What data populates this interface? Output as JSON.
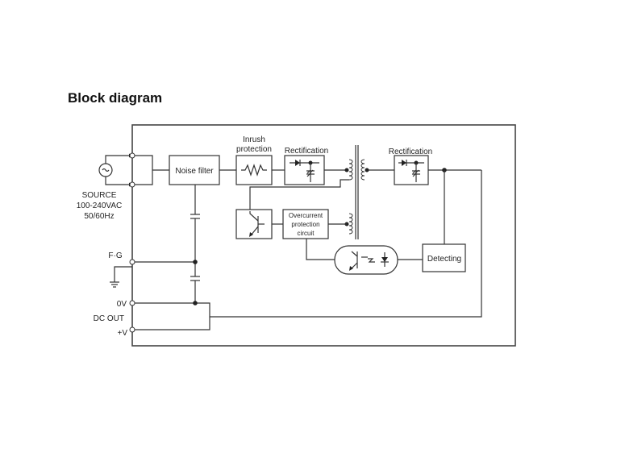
{
  "title": "Block diagram",
  "diagram": {
    "source": {
      "symbol": "ac-source-icon",
      "label_lines": [
        "SOURCE",
        "100-240VAC",
        "50/60Hz"
      ]
    },
    "blocks": {
      "noise_filter": "Noise filter",
      "inrush_protection": [
        "Inrush",
        "protection"
      ],
      "rectification_primary": "Rectification",
      "rectification_secondary": "Rectification",
      "overcurrent_protection": [
        "Overcurrent",
        "protection",
        "circuit"
      ],
      "detecting": "Detecting"
    },
    "terminals": {
      "fg": "F·G",
      "zero_v": "0V",
      "dc_out": "DC OUT",
      "plus_v": "+V"
    },
    "connections": [
      [
        "source",
        "noise_filter"
      ],
      [
        "noise_filter",
        "inrush_protection"
      ],
      [
        "inrush_protection",
        "rectification_primary"
      ],
      [
        "rectification_primary",
        "transformer_primary"
      ],
      [
        "transformer_primary",
        "switching_transistor"
      ],
      [
        "switching_transistor",
        "overcurrent_protection"
      ],
      [
        "auxiliary_winding",
        "overcurrent_protection"
      ],
      [
        "overcurrent_protection",
        "photocoupler"
      ],
      [
        "transformer_secondary",
        "rectification_secondary"
      ],
      [
        "rectification_secondary",
        "detecting"
      ],
      [
        "detecting",
        "photocoupler"
      ],
      [
        "rectification_secondary",
        "dc_out"
      ],
      [
        "noise_filter",
        "fg"
      ],
      [
        "fg",
        "zero_v"
      ]
    ]
  }
}
